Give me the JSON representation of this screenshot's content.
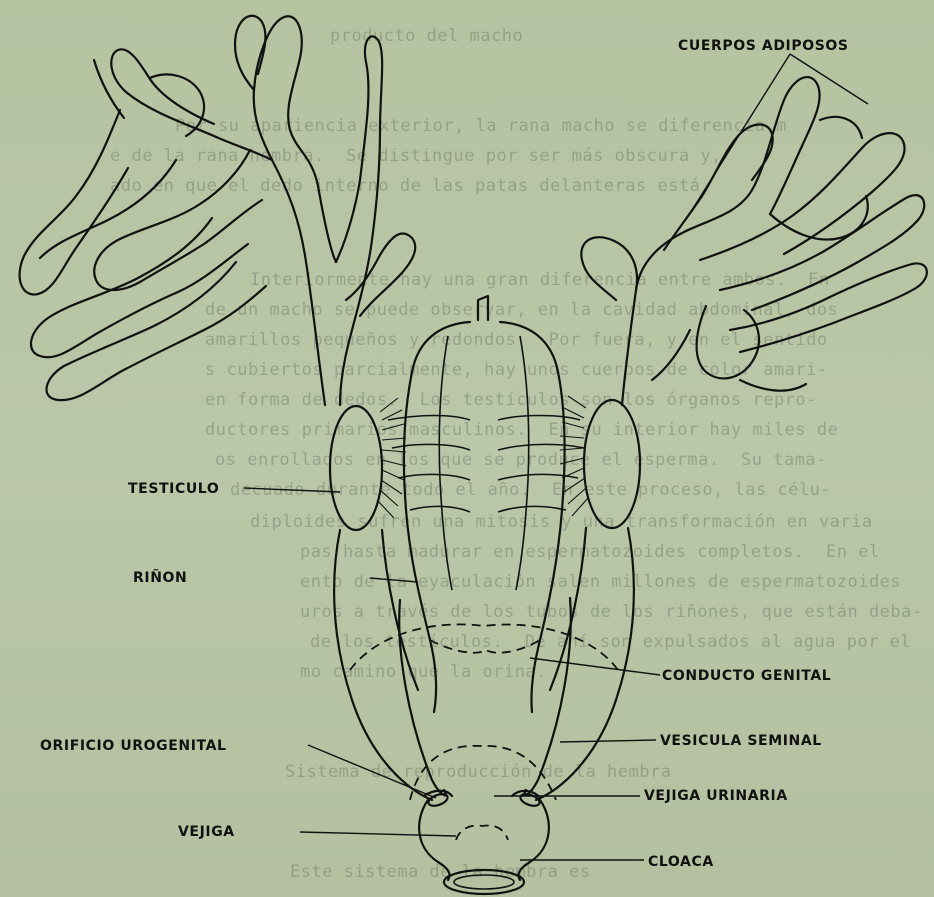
{
  "background_text": [
    "producto del macho",
    "Por su apariencia exterior, la rana macho se diferencia m",
    "e de la rana hembra.  Se distingue por ser más obscura y,",
    "ado en que el dedo interno de las patas delanteras está",
    "Interiormente hay una gran diferencia entre ambos.  En",
    "de un macho se puede observar, en la cavidad abdominal, dos",
    "amarillos pequeños y redondos.  Por fuera, y en el sentido",
    "s cubiertos parcialmente, hay unos cuerpos de color amari-",
    "en forma de dedos.  Los testículos son los órganos repro-",
    "ductores primarios masculinos.  En su interior hay miles de",
    "os enrollados en los que se produce el esperma.  Su tama-",
    "decuado durante todo el año.  En este proceso, las célu-",
    "diploides sufren una mitosis y una transformación en varia",
    "pas hasta madurar en espermatozoides completos.  En el",
    "ento de la eyaculación salen millones de espermatozoides",
    "uros a través de los tubos de los riñones, que están deba-",
    "de los testículos.  De ahí son expulsados al agua por el",
    "mo camino que la orina.",
    "Sistema de reproducción de la hembra",
    "Este sistema de la hembra es"
  ],
  "labels": {
    "cuerpos_adiposos": "CUERPOS ADIPOSOS",
    "testiculo": "TESTICULO",
    "rinon": "RIÑON",
    "conducto_genital": "CONDUCTO GENITAL",
    "orificio_urogenital": "ORIFICIO   UROGENITAL",
    "vesicula_seminal": "VESICULA  SEMINAL",
    "vejiga_urinaria": "VEJIGA  URINARIA",
    "vejiga": "VEJIGA",
    "cloaca": "CLOACA"
  }
}
